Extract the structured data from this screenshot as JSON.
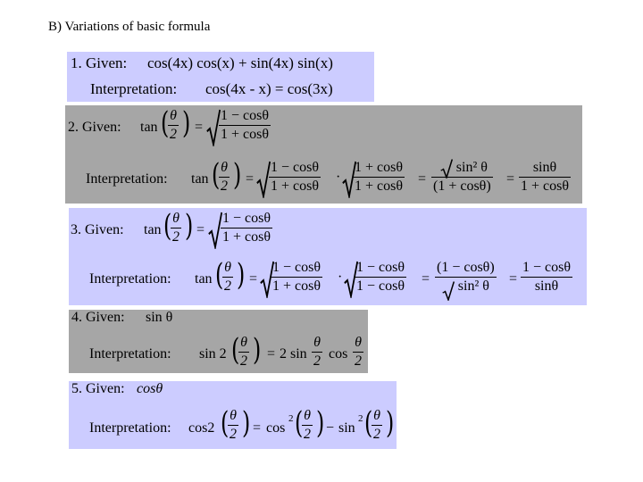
{
  "title": "B) Variations of basic formula",
  "s1": {
    "given_label": "1. Given:",
    "given_expr": "cos(4x) cos(x) + sin(4x) sin(x)",
    "interp_label": "Interpretation:",
    "interp_expr": "cos(4x - x)  =  cos(3x)"
  },
  "s2": {
    "given_label": "2. Given:",
    "interp_label": "Interpretation:"
  },
  "s3": {
    "given_label": "3. Given:",
    "interp_label": "Interpretation:"
  },
  "s4": {
    "given_label": "4. Given:",
    "given_expr": "sin θ",
    "interp_label": "Interpretation:"
  },
  "s5": {
    "given_label": "5. Given:",
    "given_expr": "cosθ",
    "interp_label": "Interpretation:"
  },
  "m": {
    "tan": "tan",
    "sin": "sin",
    "cos": "cos",
    "theta": "θ",
    "two": "2",
    "eq": "=",
    "dot": "·",
    "minus": "−",
    "one_minus_cos": "1 − cosθ",
    "one_plus_cos": "1 + cosθ",
    "sin_theta": "sinθ",
    "sin2_theta": "sin² θ",
    "paren_1p": "(1 + cosθ)",
    "paren_1m": "(1 − cosθ)",
    "sin2_denom": "sin² θ",
    "sin_2": "sin 2",
    "two_sin": "2 sin",
    "cos_word": "cos",
    "cos2": "cos2",
    "cos_sq": "cos",
    "sin_sq": "sin",
    "sq": "2"
  },
  "colors": {
    "blue_box": "#ccccff",
    "gray_box": "#a6a6a6"
  }
}
